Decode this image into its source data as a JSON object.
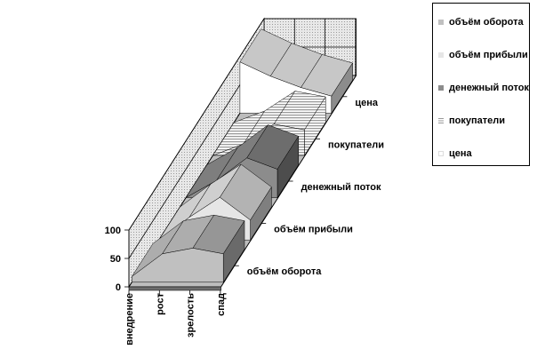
{
  "chart_data": {
    "type": "area",
    "variant": "3d-area",
    "title": "",
    "xlabel": "",
    "ylabel": "",
    "categories": [
      "внедрение",
      "рост",
      "зрелость",
      "спад"
    ],
    "ylim": [
      0,
      100
    ],
    "yticks": [
      0,
      50,
      100
    ],
    "series": [
      {
        "name": "объём оборота",
        "values": [
          10,
          50,
          60,
          50
        ],
        "color": "#c0c0c0"
      },
      {
        "name": "объём прибыли",
        "values": [
          0,
          40,
          75,
          35
        ],
        "color": "#e6e6e6"
      },
      {
        "name": "денежный поток",
        "values": [
          0,
          30,
          70,
          50
        ],
        "color": "#8c8c8c"
      },
      {
        "name": "покупатели",
        "values": [
          0,
          20,
          55,
          45
        ],
        "color": "#ffffff",
        "pattern": "horizontal-stripes"
      },
      {
        "name": "цена",
        "values": [
          90,
          65,
          45,
          30
        ],
        "color": "#ffffff"
      }
    ],
    "depth_labels": [
      "объём оборота",
      "объём прибыли",
      "денежный поток",
      "покупатели",
      "цена"
    ],
    "legend": "right",
    "grid": true
  }
}
